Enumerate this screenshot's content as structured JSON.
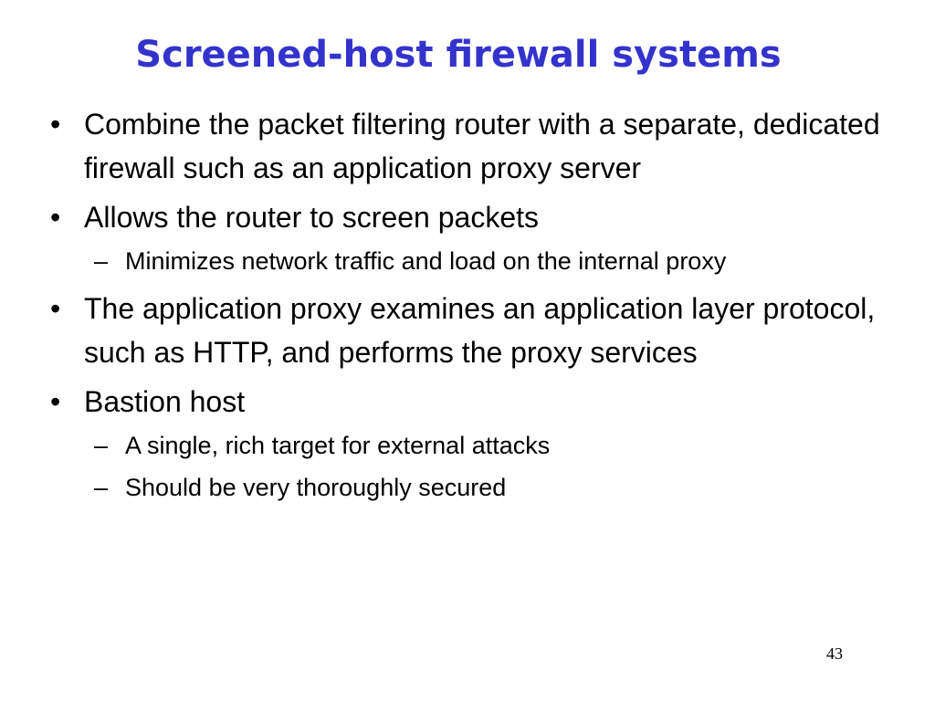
{
  "slide": {
    "title": "Screened-host firewall systems",
    "title_color": "#3333cc",
    "bullet_marker": "•",
    "sub_marker": "–",
    "items": [
      {
        "text": "Combine the packet filtering router with a separate, dedicated firewall such as an application proxy server",
        "subs": []
      },
      {
        "text": "Allows the router to screen packets",
        "subs": [
          "Minimizes network traffic and load on the internal proxy"
        ]
      },
      {
        "text": "The application proxy examines an application layer protocol, such as HTTP, and performs the proxy services",
        "subs": []
      },
      {
        "text": "Bastion host",
        "subs": [
          "A single, rich target for external attacks",
          "Should be very thoroughly secured"
        ]
      }
    ],
    "page_number": "43"
  }
}
